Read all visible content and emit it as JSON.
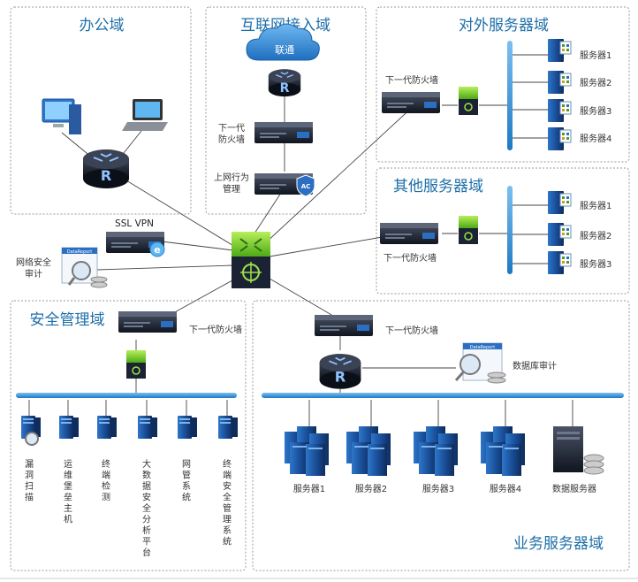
{
  "zones": {
    "office": {
      "title": "办公域"
    },
    "internet": {
      "title": "互联网接入域"
    },
    "external": {
      "title": "对外服务器域"
    },
    "other": {
      "title": "其他服务器域"
    },
    "security": {
      "title": "安全管理域"
    },
    "business": {
      "title": "业务服务器域"
    }
  },
  "internet": {
    "cloud_label": "联通",
    "router_letter": "R",
    "firewall_label": [
      "下一代",
      "防火墙"
    ],
    "ac_label": [
      "上网行为",
      "管理"
    ],
    "ac_badge": "AC"
  },
  "office": {
    "router_letter": "R"
  },
  "external": {
    "firewall_label": "下一代防火墙",
    "servers": [
      "服务器1",
      "服务器2",
      "服务器3",
      "服务器4"
    ]
  },
  "other": {
    "firewall_label": "下一代防火墙",
    "servers": [
      "服务器1",
      "服务器2",
      "服务器3"
    ]
  },
  "core": {
    "ssl_vpn_label": "SSL VPN",
    "audit_label": [
      "网络安全",
      "审计"
    ],
    "audit_badge": "DataReport"
  },
  "security": {
    "firewall_label": "下一代防火墙",
    "devices": [
      "漏洞扫描",
      "运维堡垒主机",
      "终端检测",
      "大数据安全分析平台",
      "网管系统",
      "终端安全管理系统"
    ]
  },
  "business": {
    "firewall_label": "下一代防火墙",
    "router_letter": "R",
    "db_audit_label": "数据库审计",
    "db_audit_badge": "DataReport",
    "servers": [
      "服务器1",
      "服务器2",
      "服务器3",
      "服务器4",
      "数据服务器"
    ]
  },
  "colors": {
    "zone_title": "#1d6fa8",
    "bus": "#2a8fd6",
    "switch_green": "#7ed321",
    "device_dark": "#1b2233"
  }
}
